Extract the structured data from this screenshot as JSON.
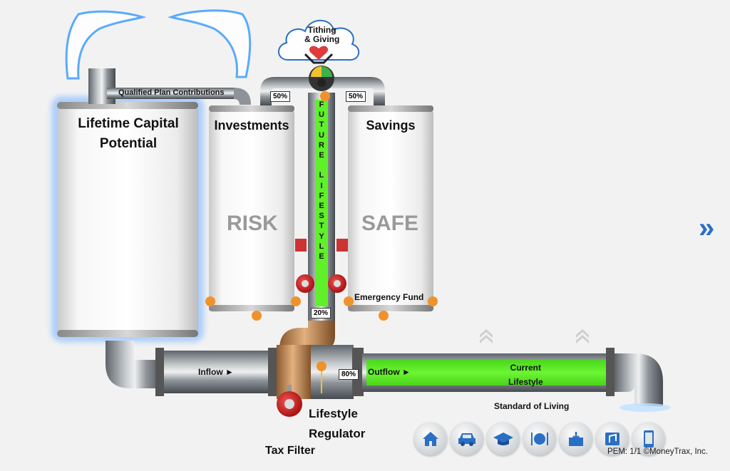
{
  "tanks": {
    "lifetime_capital": "Lifetime Capital\nPotential",
    "investments": "Investments",
    "savings": "Savings"
  },
  "zones": {
    "risk": "RISK",
    "safe": "SAFE"
  },
  "pipes": {
    "qualified_plan": "Qualified Plan Contributions",
    "inflow": "Inflow ►",
    "outflow": "Outflow ►",
    "future_lifestyle": "FUTURE LIFESTYLE",
    "current_lifestyle": "Current\nLifestyle",
    "standard_of_living": "Standard of Living",
    "emergency_fund": "Emergency Fund"
  },
  "cloud": {
    "label": "Tithing\n& Giving"
  },
  "percentages": {
    "left_split": "50%",
    "right_split": "50%",
    "future": "20%",
    "outflow": "80%"
  },
  "regulator": {
    "label": "Lifestyle\nRegulator",
    "tax_filter": "Tax Filter"
  },
  "nav_arrow": "»",
  "footer": {
    "copyright": "PEM: 1/1 ©MoneyTrax, Inc."
  },
  "colors": {
    "green": "#5ff02a",
    "orange": "#f0922b",
    "nav_blue": "#2a6fc4"
  },
  "nav_icons": [
    "home-icon",
    "car-icon",
    "graduation-cap-icon",
    "dining-icon",
    "inbox-icon",
    "media-icon",
    "phone-icon"
  ]
}
